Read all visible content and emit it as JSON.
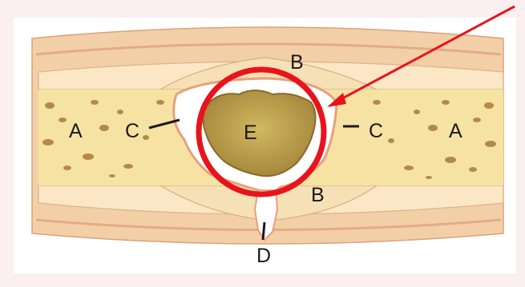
{
  "diagram": {
    "labels": {
      "A_left": "A",
      "A_right": "A",
      "B_top": "B",
      "B_bottom": "B",
      "C_left": "C",
      "C_right": "C",
      "D": "D",
      "E": "E"
    },
    "colors": {
      "page_background": "#fbeff1",
      "panel_background": "#ffffff",
      "tissue": "#f3cfa8",
      "tissue_stripe": "#e9b68d",
      "bone_marrow": "#f6e3a4",
      "marrow_spots": "#b48a48",
      "periosteum": "#f0dcb0",
      "lesion": "#b99a43",
      "lesion_edge": "#8a6a2a",
      "wound_edge": "#e7a07c",
      "highlight": "#e8141b"
    }
  }
}
